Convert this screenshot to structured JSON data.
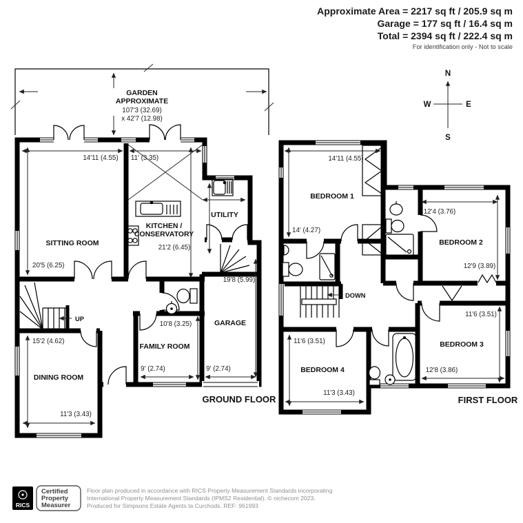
{
  "colors": {
    "background": "#ffffff",
    "walls": "#000000",
    "text": "#1a1a1a",
    "footer_text": "#8f8f8f"
  },
  "header": {
    "line1": "Approximate Area = 2217 sq ft / 205.9 sq m",
    "line2": "Garage = 177 sq ft / 16.4 sq m",
    "line3": "Total = 2394 sq ft / 222.4 sq m",
    "note": "For identification only - Not to scale"
  },
  "compass": {
    "n": "N",
    "e": "E",
    "s": "S",
    "w": "W"
  },
  "garden": {
    "line1": "GARDEN",
    "line2": "APPROXIMATE",
    "line3": "107'3 (32.69)",
    "line4": "x 42'7 (12.98)"
  },
  "ground_floor": {
    "title": "GROUND FLOOR",
    "stairs_label": "UP",
    "sitting_room": {
      "name": "SITTING ROOM",
      "width": "14'11 (4.55)",
      "depth": "20'5 (6.25)"
    },
    "kitchen": {
      "name_line1": "KITCHEN /",
      "name_line2": "CONSERVATORY",
      "width": "11' (3.35)",
      "depth": "21'2 (6.45)"
    },
    "utility": {
      "name": "UTILITY"
    },
    "garage": {
      "name": "GARAGE",
      "depth": "19'8 (5.99)",
      "width": "9' (2.74)"
    },
    "family_room": {
      "name": "FAMILY ROOM",
      "depth": "10'8 (3.25)",
      "width": "9' (2.74)"
    },
    "dining_room": {
      "name": "DINING ROOM",
      "depth": "15'2 (4.62)",
      "width": "11'3 (3.43)"
    }
  },
  "first_floor": {
    "title": "FIRST FLOOR",
    "stairs_label": "DOWN",
    "bedroom1": {
      "name": "BEDROOM 1",
      "width": "14'11 (4.55)",
      "depth": "14' (4.27)"
    },
    "bedroom2": {
      "name": "BEDROOM 2",
      "width": "12'4 (3.76)",
      "depth": "12'9 (3.89)"
    },
    "bedroom3": {
      "name": "BEDROOM 3",
      "depth": "11'6 (3.51)",
      "width": "12'8 (3.86)"
    },
    "bedroom4": {
      "name": "BEDROOM 4",
      "depth": "11'6 (3.51)",
      "width": "11'3 (3.43)"
    }
  },
  "footer": {
    "rics": "RICS",
    "badge_line1": "Certified",
    "badge_line2": "Property",
    "badge_line3": "Measurer",
    "line1": "Floor plan produced in accordance with RICS Property Measurement Standards incorporating",
    "line2": "International Property Measurement Standards (IPMS2 Residential).   © nichecom 2023.",
    "line3": "Produced for Simpsons Estate Agents ta Curchods.   REF:  961993"
  }
}
